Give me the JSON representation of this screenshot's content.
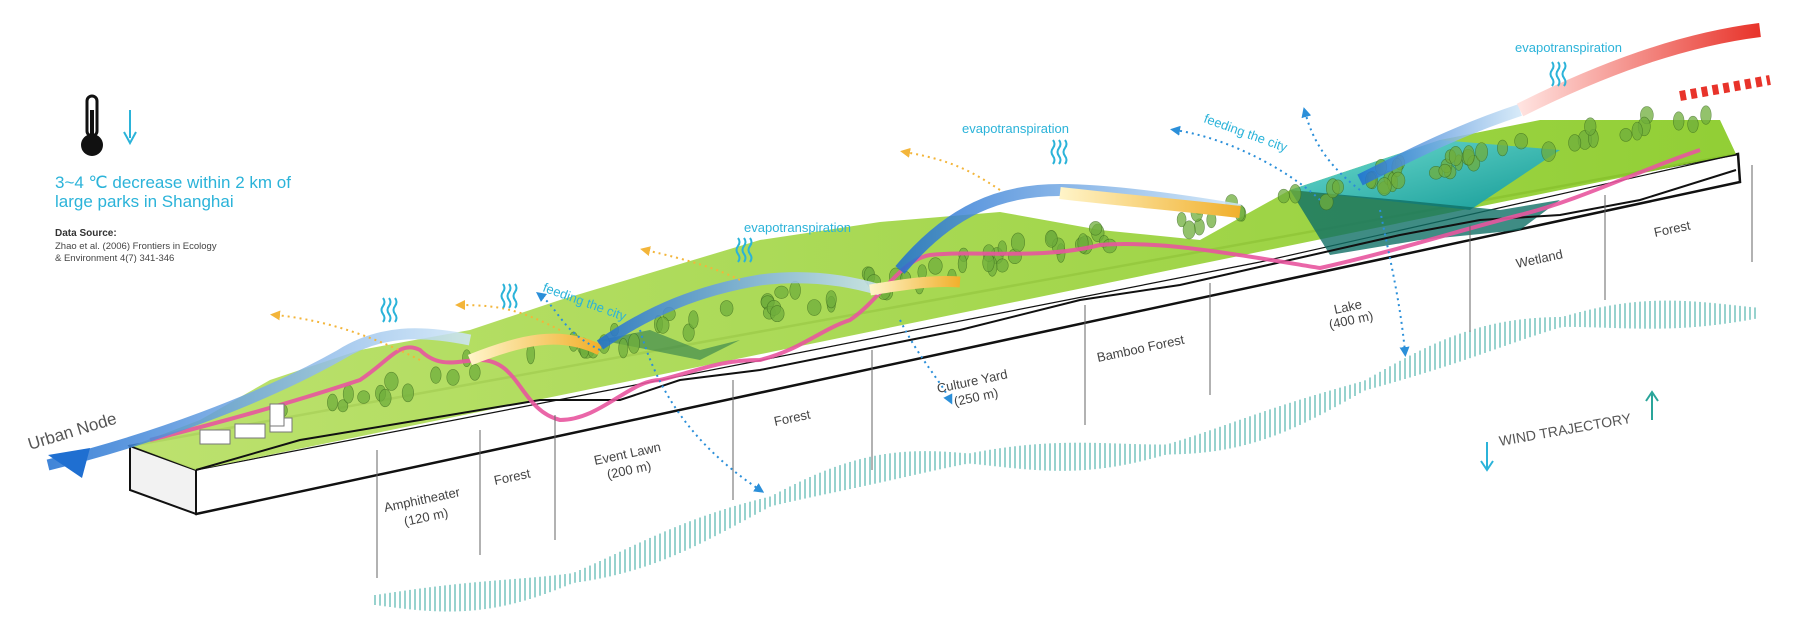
{
  "legend": {
    "temperature_text_line1": "3~4 ℃ decrease within 2 km of",
    "temperature_text_line2": "large parks in Shanghai",
    "data_source_title": "Data Source:",
    "data_source_line1": "Zhao et al. (2006) Frontiers in Ecology",
    "data_source_line2": "& Environment 4(7) 341-346"
  },
  "labels": {
    "urban_node": "Urban Node",
    "amphitheater": "Amphitheater",
    "amphitheater_size": "(120 m)",
    "forest_1": "Forest",
    "event_lawn": "Event Lawn",
    "event_lawn_size": "(200 m)",
    "forest_2": "Forest",
    "culture_yard": "Culture Yard",
    "culture_yard_size": "(250 m)",
    "bamboo_forest": "Bamboo Forest",
    "lake": "Lake",
    "lake_size": "(400 m)",
    "wetland": "Wetland",
    "forest_3": "Forest",
    "wind_trajectory": "WIND TRAJECTORY"
  },
  "flows": {
    "evapotranspiration_1": "evapotranspiration",
    "evapotranspiration_2": "evapotranspiration",
    "evapotranspiration_3": "evapotranspiration",
    "feeding_city_1": "feeding the city",
    "feeding_city_2": "feeding the city"
  },
  "colors": {
    "cool_blue": "#2b8fd9",
    "warm_yellow": "#f3b53a",
    "hot_red": "#e8332a",
    "path_pink": "#e8559e",
    "grass": "#9bd23a",
    "water": "#2fb5b0",
    "text_blue": "#2bb3d9",
    "wind_teal": "#2aa59a"
  }
}
